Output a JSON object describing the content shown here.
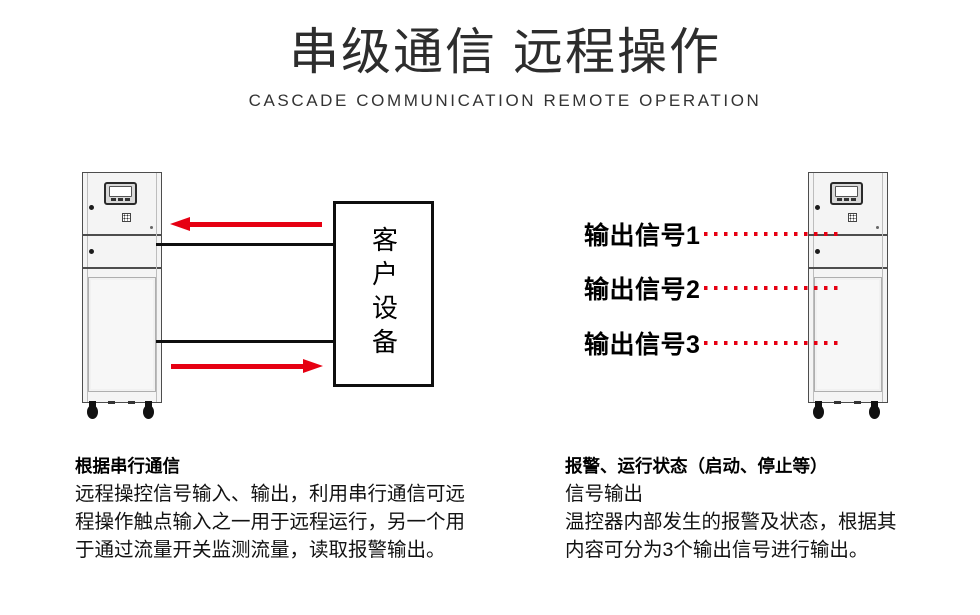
{
  "header": {
    "title": "串级通信 远程操作",
    "subtitle": "CASCADE COMMUNICATION REMOTE OPERATION"
  },
  "cascade_diagram": {
    "customer_device_label": "客户设备"
  },
  "remote_diagram": {
    "output_signals": [
      {
        "label": "输出信号1"
      },
      {
        "label": "输出信号2"
      },
      {
        "label": "输出信号3"
      }
    ]
  },
  "notes": {
    "serial": {
      "heading": "根据串行通信",
      "body": "远程操控信号输入、输出，利用串行通信可远\n程操作触点输入之一用于远程运行，另一个用\n于通过流量开关监测流量，读取报警输出。"
    },
    "alarm": {
      "heading": "报警、运行状态（启动、停止等）",
      "body": "信号输出\n温控器内部发生的报警及状态，根据其\n内容可分为3个输出信号进行输出。"
    }
  },
  "colors": {
    "accent_red": "#e60012",
    "line_black": "#111111"
  }
}
